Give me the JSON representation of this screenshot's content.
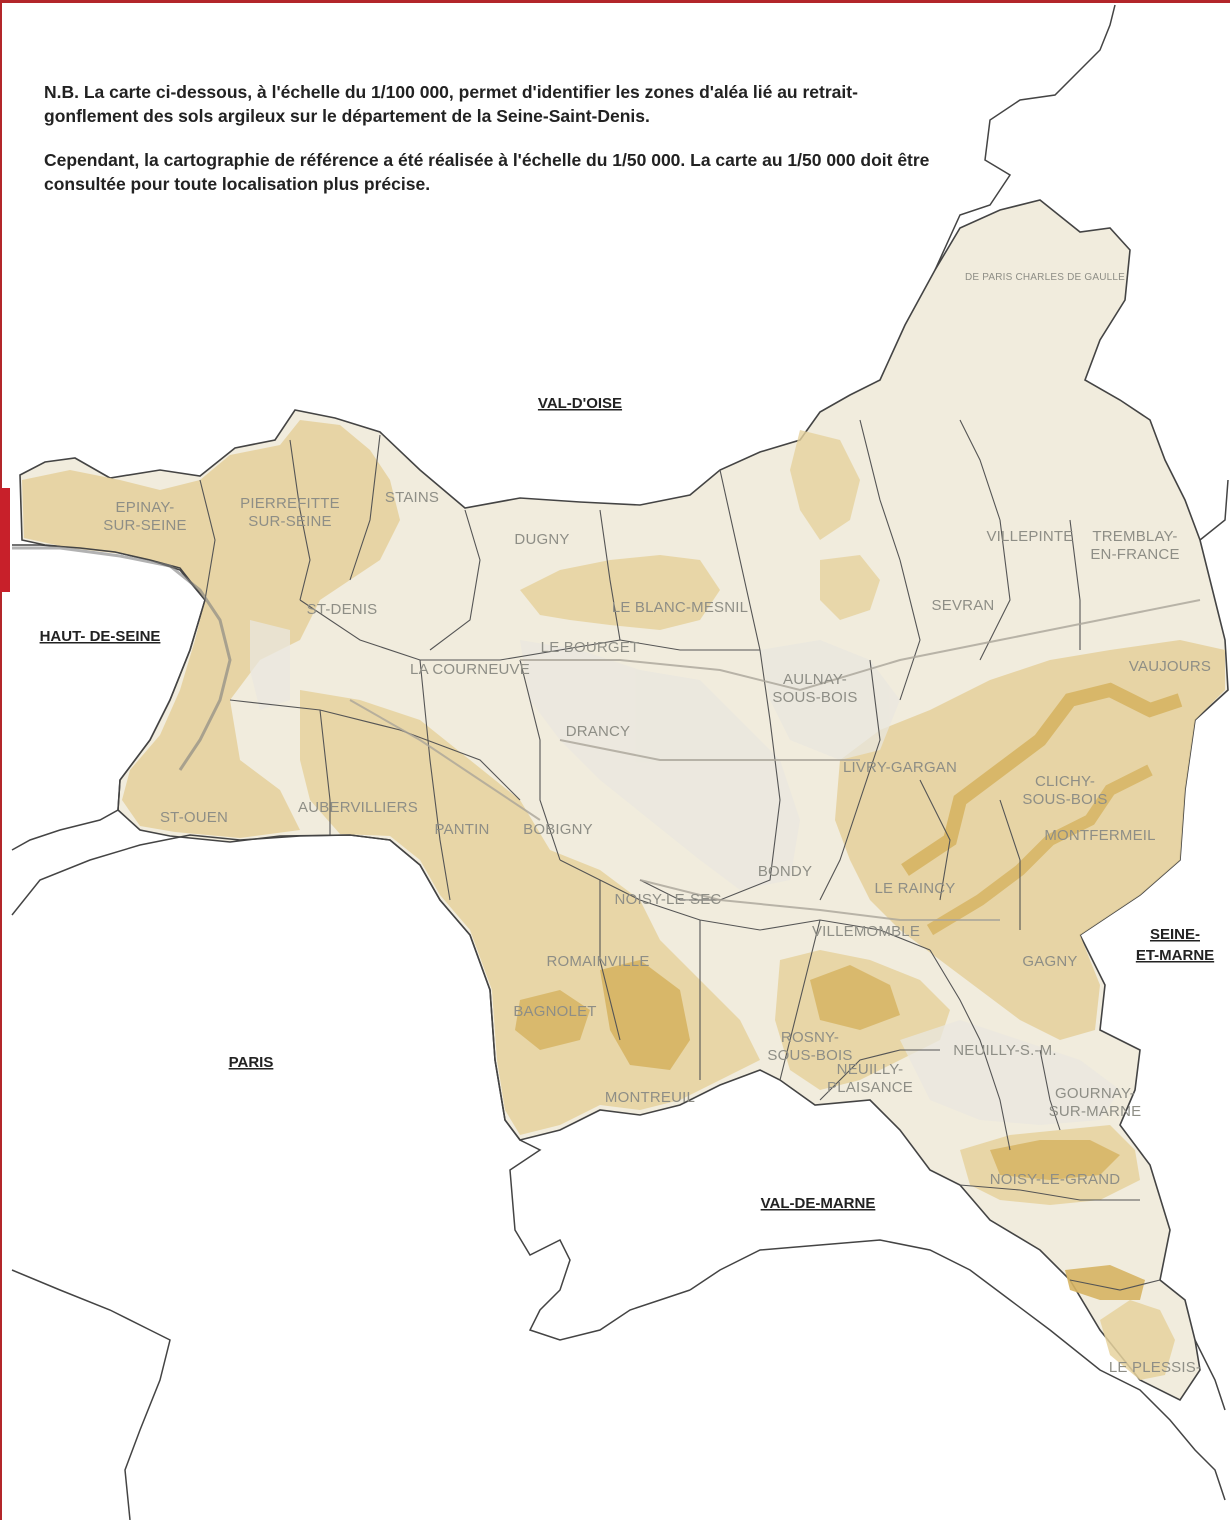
{
  "note": {
    "paragraph_1": "N.B. La carte ci-dessous, à l'échelle du 1/100 000, permet d'identifier les zones d'aléa lié au retrait-gonflement des sols argileux sur le département de la Seine-Saint-Denis.",
    "paragraph_2": "Cependant, la cartographie de référence a été réalisée à l'échelle du 1/50 000. La carte au 1/50 000 doit être consultée pour toute localisation plus précise."
  },
  "regions": {
    "val_d_oise": "VAL-D'OISE",
    "haut_de_seine": "HAUT- DE-SEINE",
    "paris": "PARIS",
    "val_de_marne": "VAL-DE-MARNE",
    "seine_et_marne_1": "SEINE-",
    "seine_et_marne_2": "ET-MARNE"
  },
  "communes": {
    "epinay": "EPINAY-",
    "epinay_2": "SUR-SEINE",
    "pierrefitte": "PIERREFITTE",
    "pierrefitte_2": "SUR-SEINE",
    "stains": "STAINS",
    "dugny": "DUGNY",
    "st_denis": "ST-DENIS",
    "le_blanc_mesnil": "LE BLANC-MESNIL",
    "le_bourget": "LE BOURGET",
    "la_courneuve": "LA COURNEUVE",
    "drancy": "DRANCY",
    "aulnay": "AULNAY-",
    "aulnay_2": "SOUS-BOIS",
    "villepinte": "VILLEPINTE",
    "tremblay": "TREMBLAY-",
    "tremblay_2": "EN-FRANCE",
    "sevran": "SEVRAN",
    "vaujours": "VAUJOURS",
    "livry_gargan": "LIVRY-GARGAN",
    "clichy": "CLICHY-",
    "clichy_2": "SOUS-BOIS",
    "montfermeil": "MONTFERMEIL",
    "st_ouen": "ST-OUEN",
    "aubervilliers": "AUBERVILLIERS",
    "pantin": "PANTIN",
    "bobigny": "BOBIGNY",
    "bondy": "BONDY",
    "noisy_le_sec": "NOISY-LE-SEC",
    "villemomble": "VILLEMOMBLE",
    "gagny": "GAGNY",
    "le_raincy": "LE RAINCY",
    "romainville": "ROMAINVILLE",
    "bagnolet": "BAGNOLET",
    "rosny": "ROSNY-",
    "rosny_2": "SOUS-BOIS",
    "neuilly_plaisance": "NEUILLY-",
    "neuilly_plaisance_2": "PLAISANCE",
    "neuilly_sur_marne": "NEUILLY-S.-M.",
    "gournay": "GOURNAY-",
    "gournay_2": "SUR-MARNE",
    "montreuil": "MONTREUIL",
    "noisy_le_grand": "NOISY-LE-GRAND",
    "le_plessis": "LE PLESSIS-",
    "airport": "DE PARIS CHARLES DE GAULLE"
  },
  "colors": {
    "frame": "#b3262a",
    "department_fill": "#f1ecdd",
    "hazard_low": "#e6d29e",
    "hazard_medium": "#d6b463",
    "boundary": "#555555",
    "outer_border": "#444444"
  }
}
